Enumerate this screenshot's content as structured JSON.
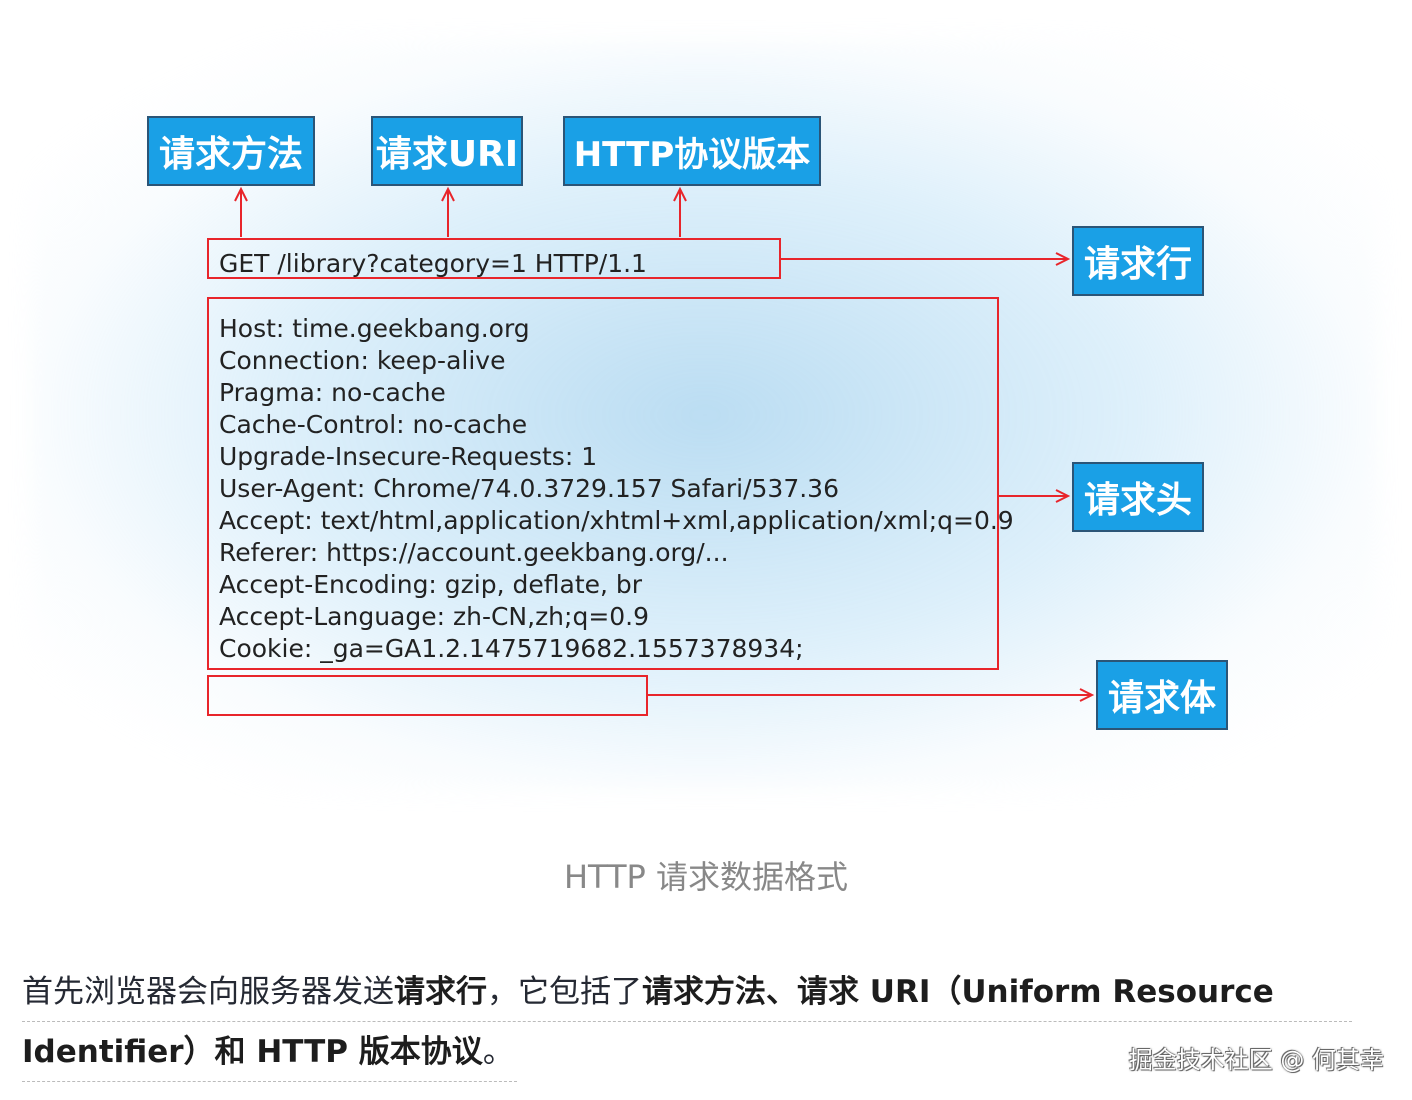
{
  "labels": {
    "method": "请求方法",
    "uri": "请求URI",
    "version": "HTTP协议版本",
    "request_line": "请求行",
    "request_header": "请求头",
    "request_body": "请求体"
  },
  "request_line": "GET /library?category=1 HTTP/1.1",
  "headers": [
    "Host: time.geekbang.org",
    "Connection: keep-alive",
    "Pragma: no-cache",
    "Cache-Control: no-cache",
    "Upgrade-Insecure-Requests: 1",
    "User-Agent: Chrome/74.0.3729.157 Safari/537.36",
    "Accept: text/html,application/xhtml+xml,application/xml;q=0.9",
    "Referer: https://account.geekbang.org/...",
    "Accept-Encoding: gzip, deflate, br",
    "Accept-Language: zh-CN,zh;q=0.9",
    "Cookie: _ga=GA1.2.1475719682.1557378934;"
  ],
  "colors": {
    "label_fill": "#1aa0e6",
    "label_border": "#2b5577",
    "frame_red": "#e8252b"
  },
  "caption": "HTTP 请求数据格式",
  "paragraph": {
    "p1": "首先浏览器会向服务器发送",
    "b1": "请求行",
    "p2": "，它包括了",
    "b2": "请求方法、请求 URI（Uniform Resource",
    "b3": "Identifier）和 HTTP 版本协议",
    "p3": "。"
  },
  "watermark": "掘金技术社区 @ 何其幸"
}
